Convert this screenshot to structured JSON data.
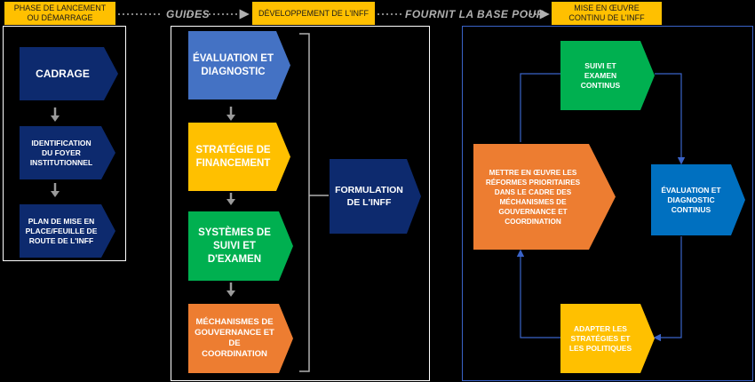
{
  "headers": {
    "phase1": "PHASE DE LANCEMENT\nOU DÉMARRAGE",
    "phase2": "DÉVELOPPEMENT DE L'INFF",
    "phase3": "MISE EN ŒUVRE\nCONTINU DE L'INFF"
  },
  "connectors": {
    "guides": "GUIDES",
    "fournit": "FOURNIT LA BASE POUR"
  },
  "phase1_boxes": {
    "cadrage": "CADRAGE",
    "identification": "IDENTIFICATION\nDU FOYER\nINSTITUTIONNEL",
    "plan": "PLAN DE MISE EN\nPLACE/FEUILLE DE\nROUTE DE L'INFF"
  },
  "phase2_boxes": {
    "evaluation": "ÉVALUATION ET\nDIAGNOSTIC",
    "strategie": "STRATÉGIE DE\nFINANCEMENT",
    "systemes": "SYSTÈMES DE\nSUIVI ET\nD'EXAMEN",
    "mecanismes": "MÉCHANISMES DE\nGOUVERNANCE ET\nDE\nCOORDINATION",
    "formulation": "FORMULATION\nDE L'INFF"
  },
  "phase3_boxes": {
    "suivi": "SUIVI ET\nEXAMEN\nCONTINUS",
    "mettre": "METTRE EN ŒUVRE LES\nRÉFORMES PRIORITAIRES\nDANS LE CADRE DES\nMÉCHANISMES DE\nGOUVERNANCE ET\nCOORDINATION",
    "evaluation_continus": "ÉVALUATION ET\nDIAGNOSTIC\nCONTINUS",
    "adapter": "ADAPTER LES\nSTRATÉGIES ET\nLES POLITIQUES"
  },
  "colors": {
    "header": "#ffc000",
    "navy": "#0d2a6e",
    "blue": "#4472c4",
    "yellow": "#ffc000",
    "green": "#00b050",
    "orange": "#ed7d31",
    "teal_blue": "#0070c0"
  }
}
